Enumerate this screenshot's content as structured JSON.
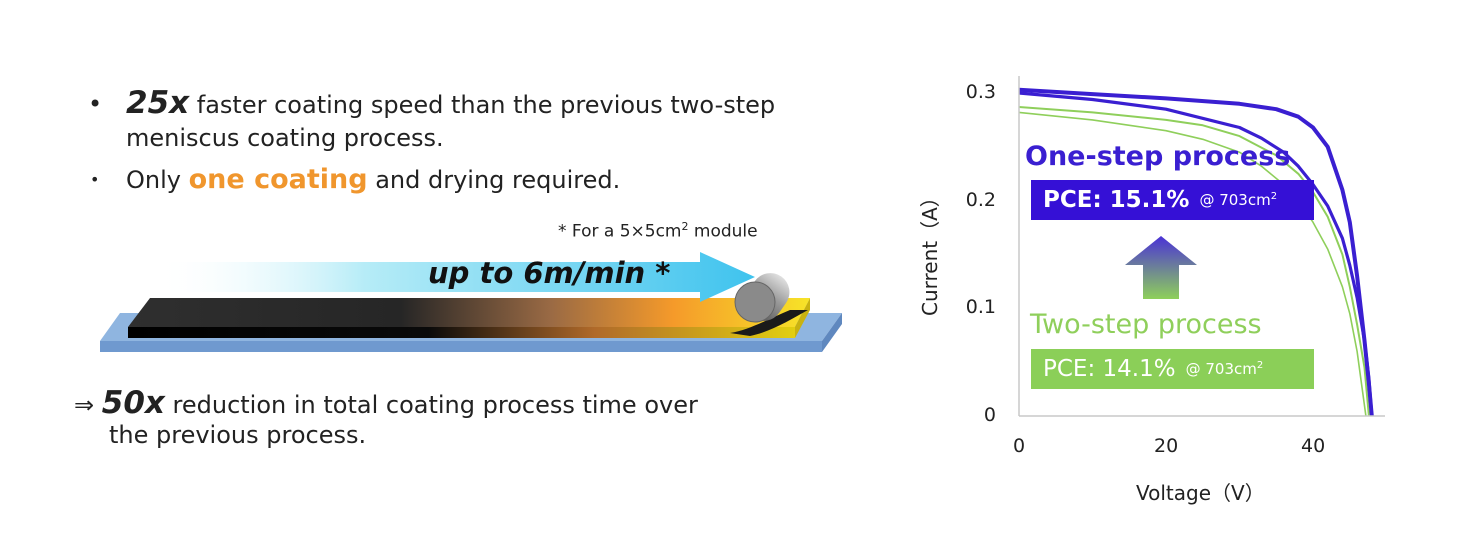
{
  "bullets": {
    "b1_bold": "25x",
    "b1_line1": " faster coating speed than the previous two-step",
    "b1_line2": "meniscus coating process.",
    "b2_pre": "Only ",
    "b2_highlight": "one coating",
    "b2_post": " and drying required."
  },
  "illustration": {
    "footnote_pre": "* For a 5×5cm",
    "footnote_sup": "2",
    "footnote_post": " module",
    "speed_label": "up to 6m/min *"
  },
  "conclusion": {
    "arrow": "⇒",
    "bold": "50x",
    "line1": " reduction in total coating process time over",
    "line2": "the previous process."
  },
  "colors": {
    "one_step": "#3a1fd1",
    "two_step": "#8fcf5b",
    "highlight": "#f0962d"
  },
  "chart_data": {
    "type": "line",
    "xlabel": "Voltage（V）",
    "ylabel": "Current（A）",
    "xlim": [
      0,
      50
    ],
    "ylim": [
      0,
      0.32
    ],
    "x_ticks": [
      "0",
      "20",
      "40"
    ],
    "y_ticks": [
      "0",
      "0.1",
      "0.2",
      "0.3"
    ],
    "grid": false,
    "series": [
      {
        "name": "One-step process",
        "pce_label": "PCE: 15.1%",
        "area_label": "@ 703cm",
        "area_sup": "2",
        "curves": [
          {
            "x": [
              0,
              10,
              20,
              30,
              35,
              38,
              40,
              42,
              44,
              45,
              46,
              47,
              47.6,
              48.0
            ],
            "y": [
              0.303,
              0.299,
              0.295,
              0.29,
              0.285,
              0.278,
              0.268,
              0.25,
              0.21,
              0.18,
              0.13,
              0.07,
              0.03,
              0.0
            ]
          },
          {
            "x": [
              0,
              10,
              20,
              30,
              33,
              36,
              38,
              40,
              42,
              44,
              45,
              46,
              47,
              47.6,
              48.0
            ],
            "y": [
              0.3,
              0.294,
              0.285,
              0.268,
              0.258,
              0.245,
              0.232,
              0.215,
              0.195,
              0.165,
              0.14,
              0.11,
              0.07,
              0.035,
              0.0
            ]
          }
        ]
      },
      {
        "name": "Two-step process",
        "pce_label": "PCE: 14.1%",
        "area_label": "@ 703cm",
        "area_sup": "2",
        "curves": [
          {
            "x": [
              0,
              10,
              20,
              25,
              30,
              35,
              38,
              40,
              42,
              44,
              45,
              46,
              47,
              47.6
            ],
            "y": [
              0.287,
              0.282,
              0.275,
              0.27,
              0.26,
              0.242,
              0.225,
              0.208,
              0.185,
              0.15,
              0.12,
              0.085,
              0.045,
              0.0
            ]
          },
          {
            "x": [
              0,
              10,
              20,
              25,
              30,
              33,
              36,
              38,
              40,
              42,
              44,
              45,
              46,
              47.2
            ],
            "y": [
              0.282,
              0.275,
              0.265,
              0.257,
              0.245,
              0.232,
              0.215,
              0.2,
              0.18,
              0.155,
              0.12,
              0.095,
              0.06,
              0.0
            ]
          }
        ]
      }
    ]
  }
}
